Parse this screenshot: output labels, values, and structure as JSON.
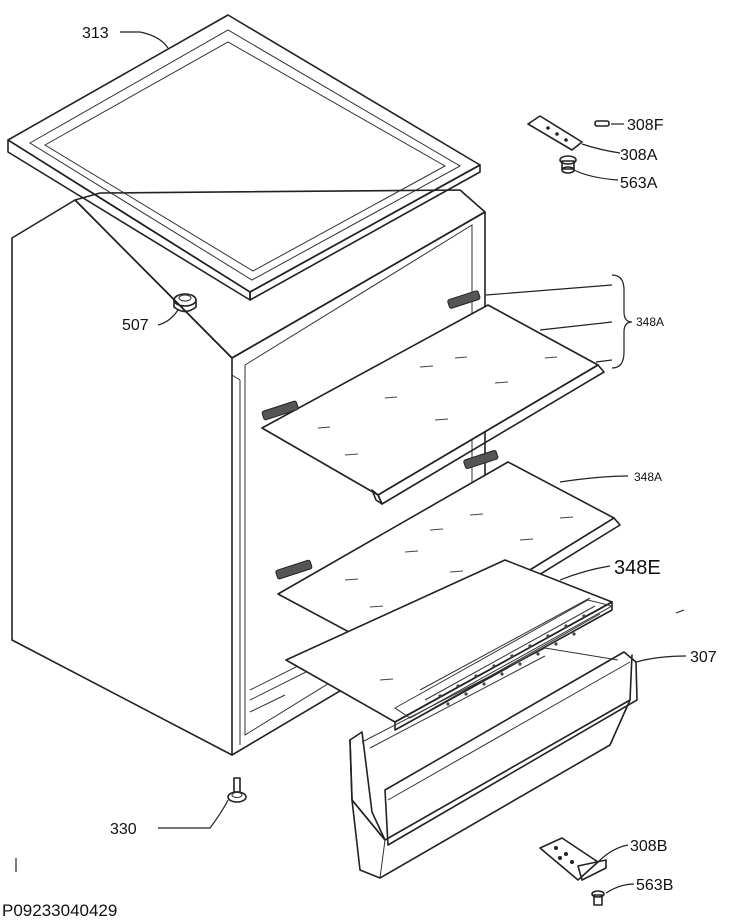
{
  "drawing_code": "P09233040429",
  "callouts": {
    "c313": "313",
    "c308F": "308F",
    "c308A": "308A",
    "c563A": "563A",
    "c507": "507",
    "c348A_top": "348A",
    "c348A_mid": "348A",
    "c348E": "348E",
    "c307": "307",
    "c330": "330",
    "c308B": "308B",
    "c563B": "563B"
  }
}
